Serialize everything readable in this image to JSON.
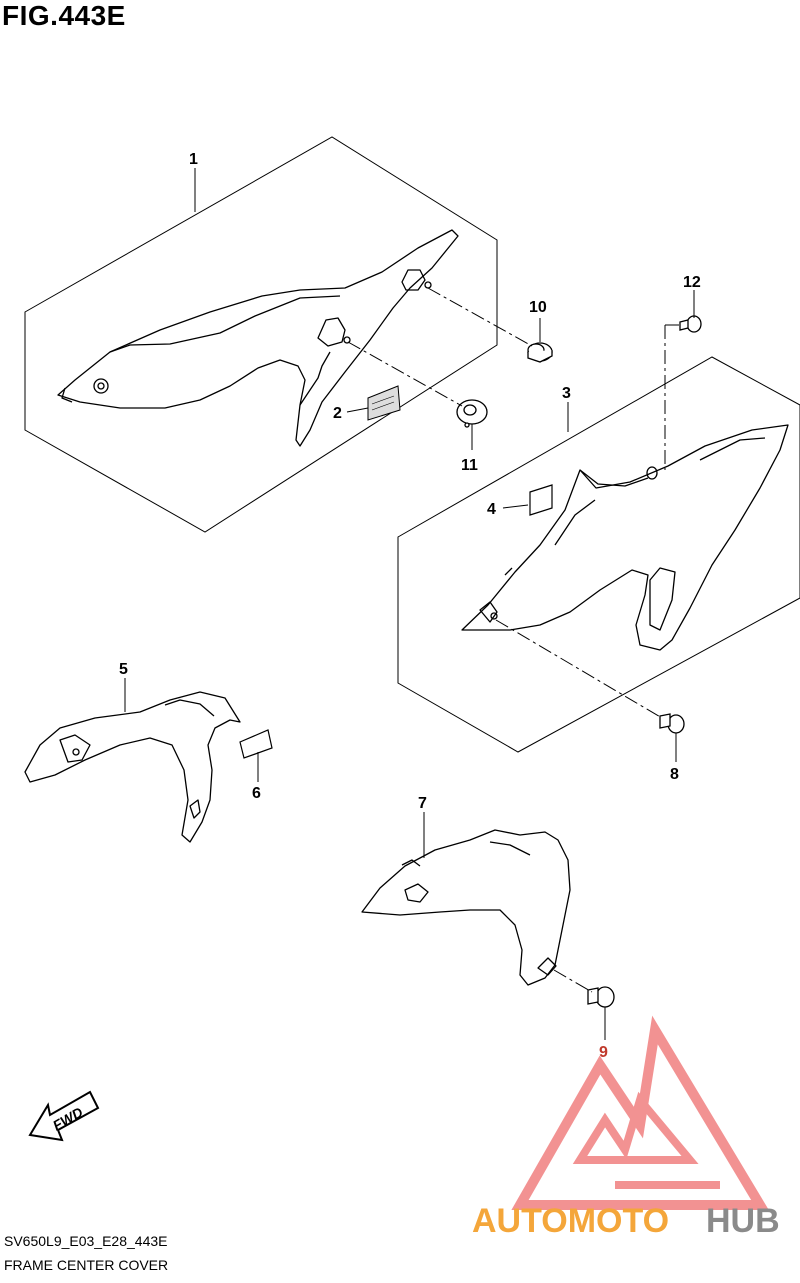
{
  "figure": {
    "title": "FIG.443E",
    "code": "SV650L9_E03_E28_443E",
    "name": "FRAME CENTER COVER",
    "direction_label": "FWD"
  },
  "parts": [
    {
      "number": "1"
    },
    {
      "number": "2"
    },
    {
      "number": "3"
    },
    {
      "number": "4"
    },
    {
      "number": "5"
    },
    {
      "number": "6"
    },
    {
      "number": "7"
    },
    {
      "number": "8"
    },
    {
      "number": "9"
    },
    {
      "number": "10"
    },
    {
      "number": "11"
    },
    {
      "number": "12"
    }
  ],
  "watermark": {
    "part_a": "AUTOMOTO",
    "part_b": "HUB",
    "color_a": "#f4a63a",
    "color_b": "#8a8a8a",
    "logo_color": "#f08080"
  },
  "colors": {
    "highlight_label": "#c0392b",
    "line": "#000000"
  }
}
